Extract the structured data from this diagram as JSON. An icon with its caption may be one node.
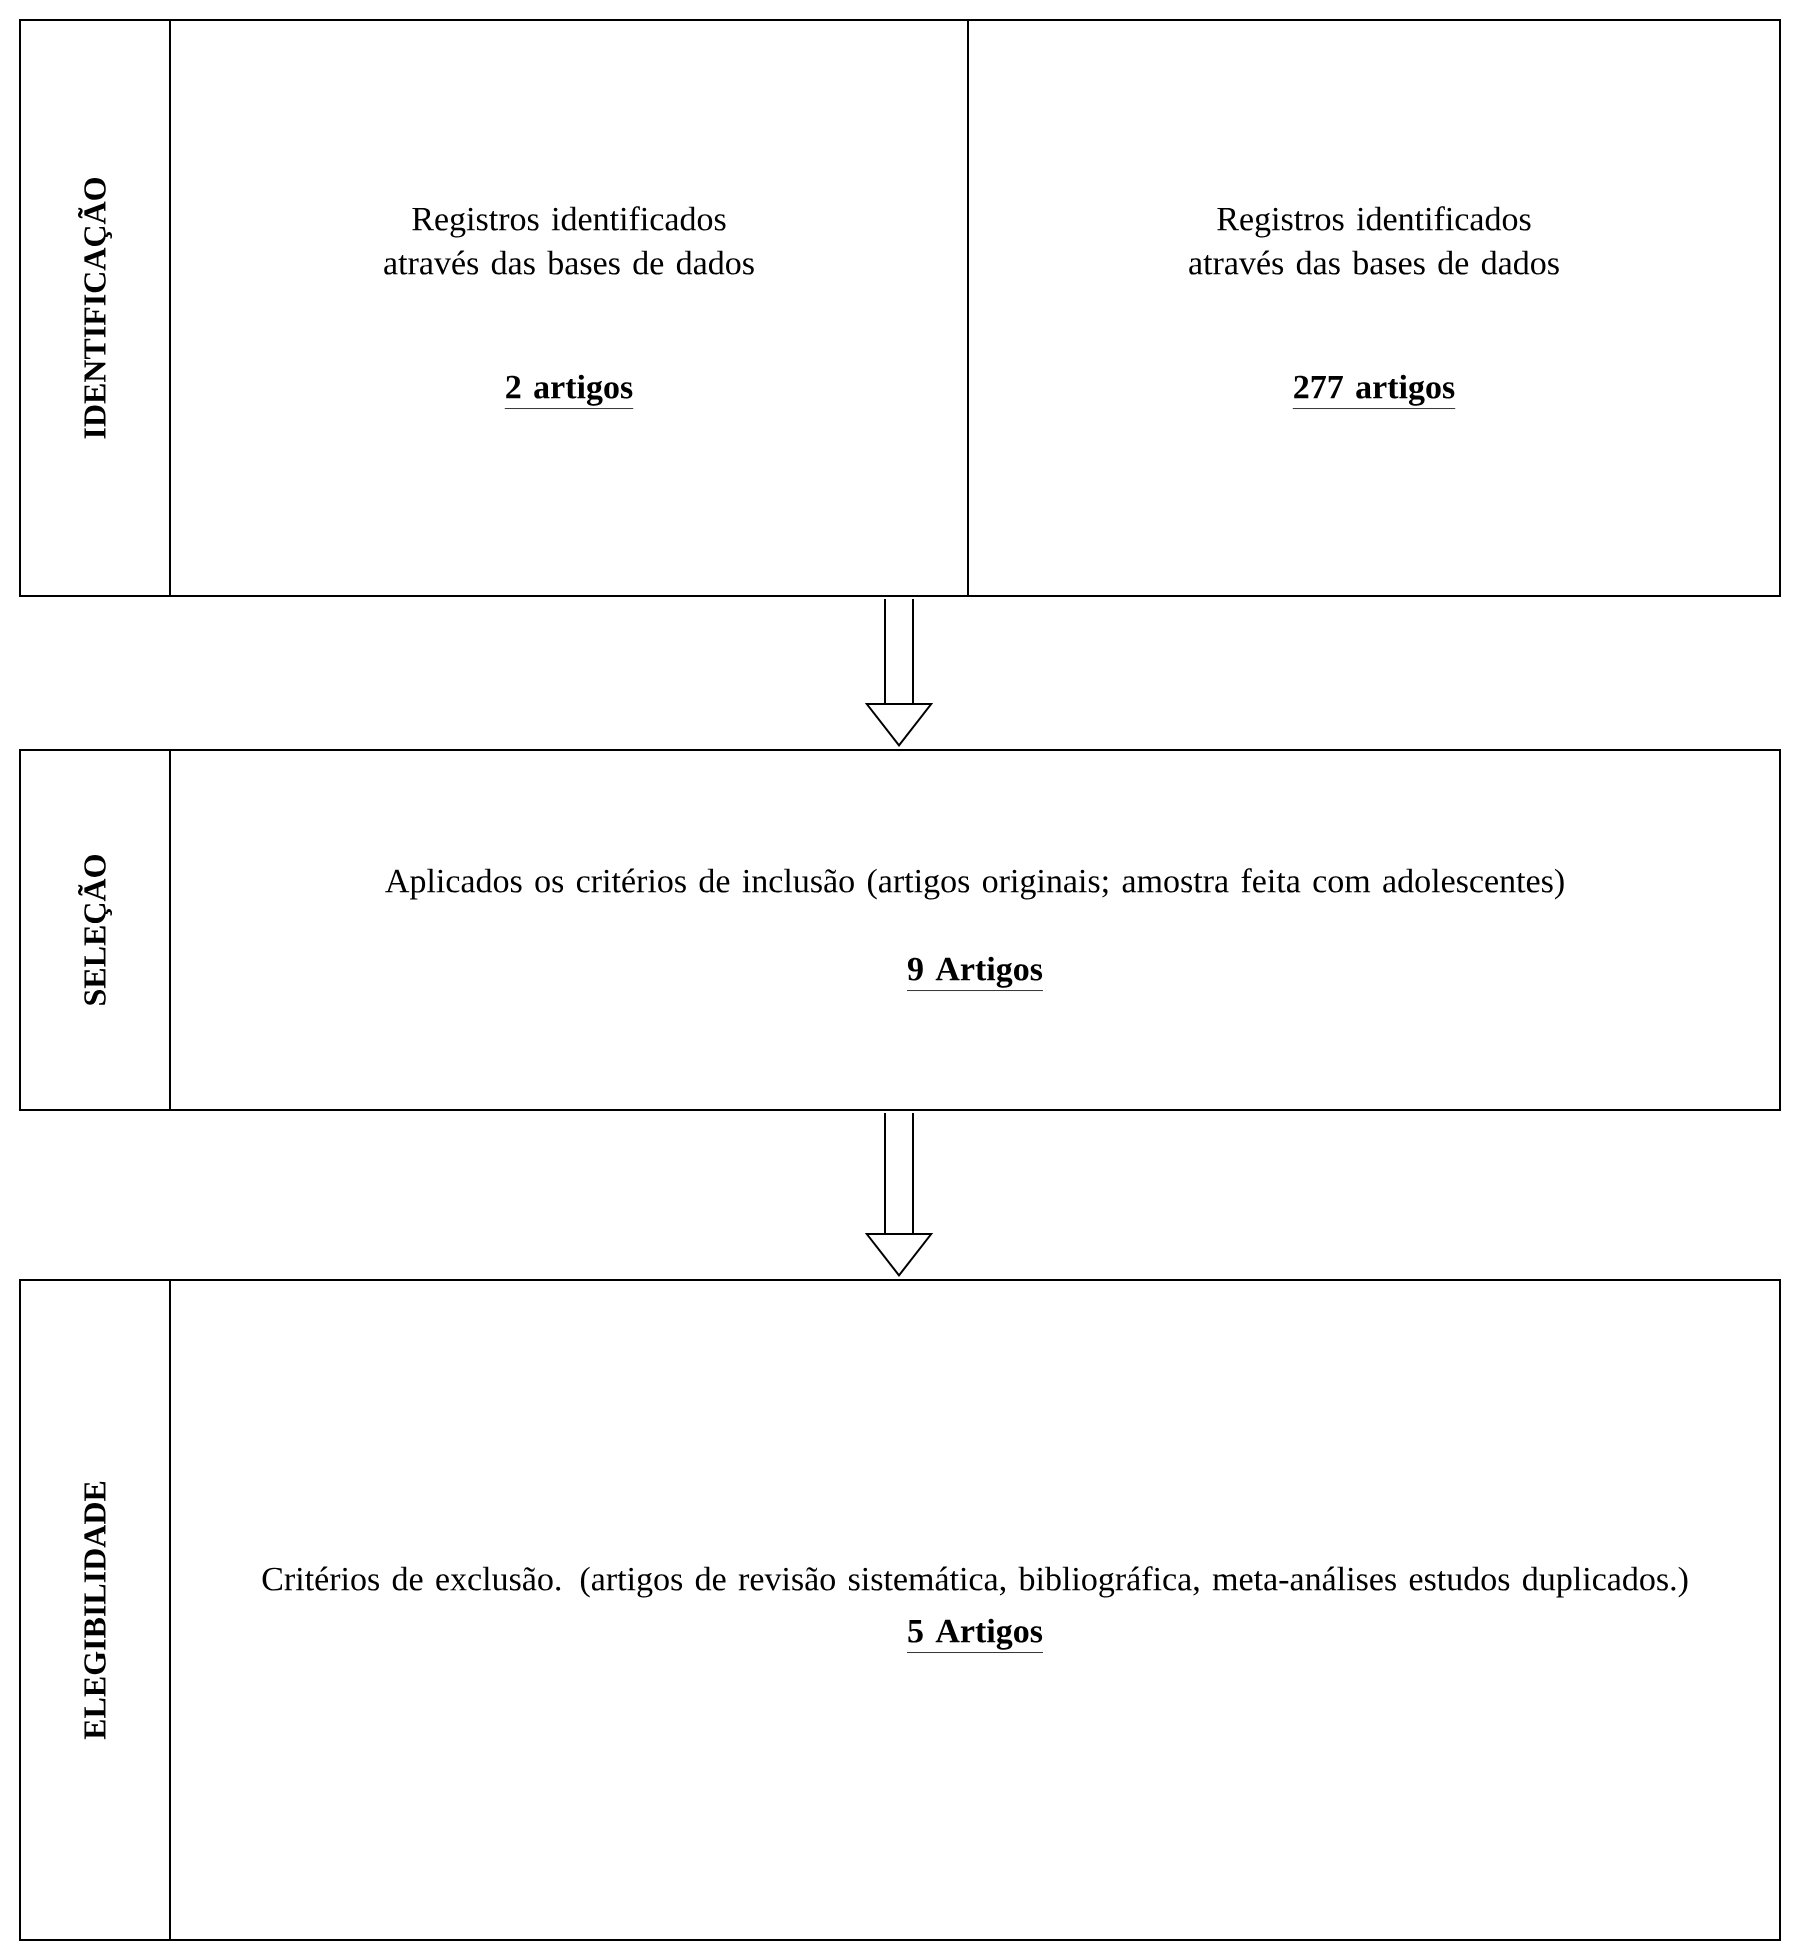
{
  "diagram": {
    "nodes": [
      {
        "text": [
          "IDENTIFICAÇÃO"
        ]
      },
      {
        "text": [
          "Registros identificados através das bases de dados",
          "2 artigos"
        ]
      },
      {
        "text": [
          "Registros identificados através das bases de dados",
          "277 artigos"
        ]
      },
      {
        "text": [
          "SELEÇÃO"
        ]
      },
      {
        "text": [
          "Aplicados os critérios de inclusão (artigos originais; amostra feita com adolescentes)",
          "9 Artigos"
        ]
      },
      {
        "text": [
          "ELEGIBILIDADE"
        ]
      },
      {
        "text": [
          "Critérios de exclusão. (artigos de revisão sistemática, bibliográfica, meta-análises estudos duplicados.)",
          "5 Artigos"
        ]
      }
    ],
    "edges": [
      {
        "from": 1,
        "to": 4,
        "arrow": "to"
      },
      {
        "from": 4,
        "to": 6,
        "arrow": "to"
      }
    ]
  }
}
